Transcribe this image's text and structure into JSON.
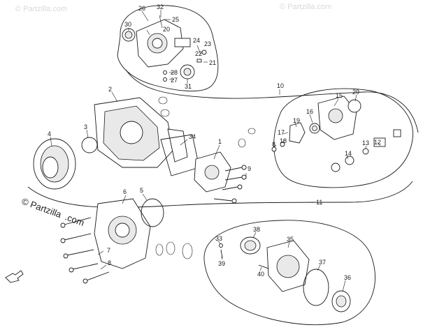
{
  "watermarks": {
    "top_left": "© Partzilla.com",
    "top_right": "© Partzilla.com",
    "main_line1": "© Partzilla",
    "main_line2": ".com"
  },
  "callouts": {
    "c1": "1",
    "c2": "2",
    "c3": "3",
    "c4": "4",
    "c5": "5",
    "c6": "6",
    "c7": "7",
    "c8": "8",
    "c9": "9",
    "c10": "10",
    "c11": "11",
    "c12": "12",
    "c13": "13",
    "c14": "14",
    "c15": "15",
    "c16": "16",
    "c17": "17",
    "c18": "18",
    "c19": "19",
    "c20": "20",
    "c21": "21",
    "c22": "22",
    "c23": "23",
    "c24": "24",
    "c25": "25",
    "c26": "26",
    "c27": "27",
    "c28": "28",
    "c29": "29",
    "c30": "30",
    "c31": "31",
    "c32": "32",
    "c33": "33",
    "c34": "34",
    "c35": "35",
    "c36": "36",
    "c37": "37",
    "c38": "38",
    "c39": "39",
    "c40": "40"
  },
  "direction_arrow_label": "↑"
}
